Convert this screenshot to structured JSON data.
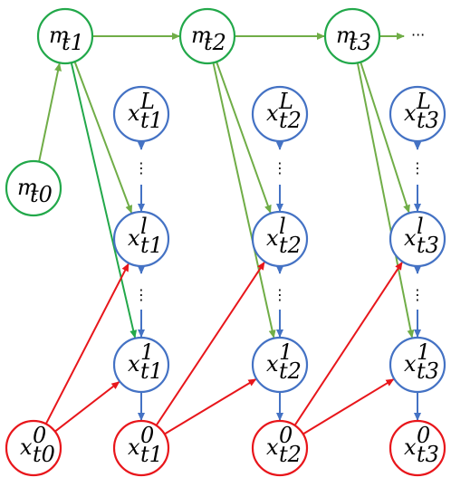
{
  "colors": {
    "memory": "#22a84a",
    "memory_edge": "#70ad47",
    "hidden": "#4472c4",
    "input": "#e8161b",
    "input_edge": "#e8161b"
  },
  "nodes": {
    "m_t0": {
      "base": "m",
      "sub": "t0",
      "sup": ""
    },
    "m_t1": {
      "base": "m",
      "sub": "t1",
      "sup": ""
    },
    "m_t2": {
      "base": "m",
      "sub": "t2",
      "sup": ""
    },
    "m_t3": {
      "base": "m",
      "sub": "t3",
      "sup": ""
    },
    "xL_t1": {
      "base": "x",
      "sub": "t1",
      "sup": "L"
    },
    "xL_t2": {
      "base": "x",
      "sub": "t2",
      "sup": "L"
    },
    "xL_t3": {
      "base": "x",
      "sub": "t3",
      "sup": "L"
    },
    "xl_t1": {
      "base": "x",
      "sub": "t1",
      "sup": "l"
    },
    "xl_t2": {
      "base": "x",
      "sub": "t2",
      "sup": "l"
    },
    "xl_t3": {
      "base": "x",
      "sub": "t3",
      "sup": "l"
    },
    "x1_t1": {
      "base": "x",
      "sub": "t1",
      "sup": "1"
    },
    "x1_t2": {
      "base": "x",
      "sub": "t2",
      "sup": "1"
    },
    "x1_t3": {
      "base": "x",
      "sub": "t3",
      "sup": "1"
    },
    "x0_t0": {
      "base": "x",
      "sub": "t0",
      "sup": "0"
    },
    "x0_t1": {
      "base": "x",
      "sub": "t1",
      "sup": "0"
    },
    "x0_t2": {
      "base": "x",
      "sub": "t2",
      "sup": "0"
    },
    "x0_t3": {
      "base": "x",
      "sub": "t3",
      "sup": "0"
    }
  },
  "vertical_dots": "⋮",
  "trailing_ellipsis": "···"
}
